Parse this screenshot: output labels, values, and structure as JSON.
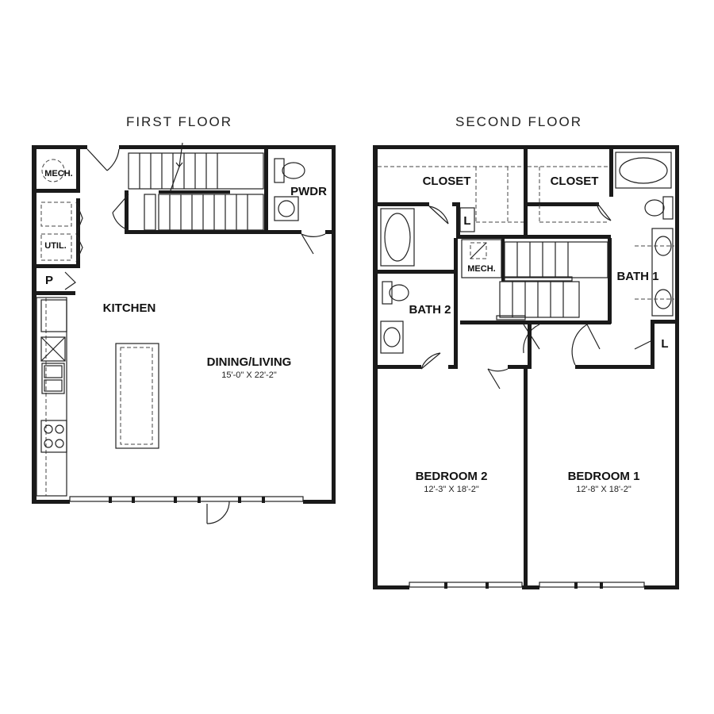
{
  "first_floor": {
    "title": "FIRST FLOOR",
    "rooms": {
      "mech": "MECH.",
      "util": "UTIL.",
      "pantry": "P",
      "pwdr": "PWDR",
      "kitchen": "KITCHEN",
      "dining_living": "DINING/LIVING",
      "dining_living_dim": "15'-0\" X 22'-2\""
    }
  },
  "second_floor": {
    "title": "SECOND FLOOR",
    "rooms": {
      "closet_left": "CLOSET",
      "closet_right": "CLOSET",
      "linen_top": "L",
      "linen_bath1": "L",
      "mech": "MECH.",
      "bath1": "BATH 1",
      "bath2": "BATH 2",
      "bedroom2": "BEDROOM 2",
      "bedroom2_dim": "12'-3\" X 18'-2\"",
      "bedroom1": "BEDROOM 1",
      "bedroom1_dim": "12'-8\" X 18'-2\""
    }
  }
}
